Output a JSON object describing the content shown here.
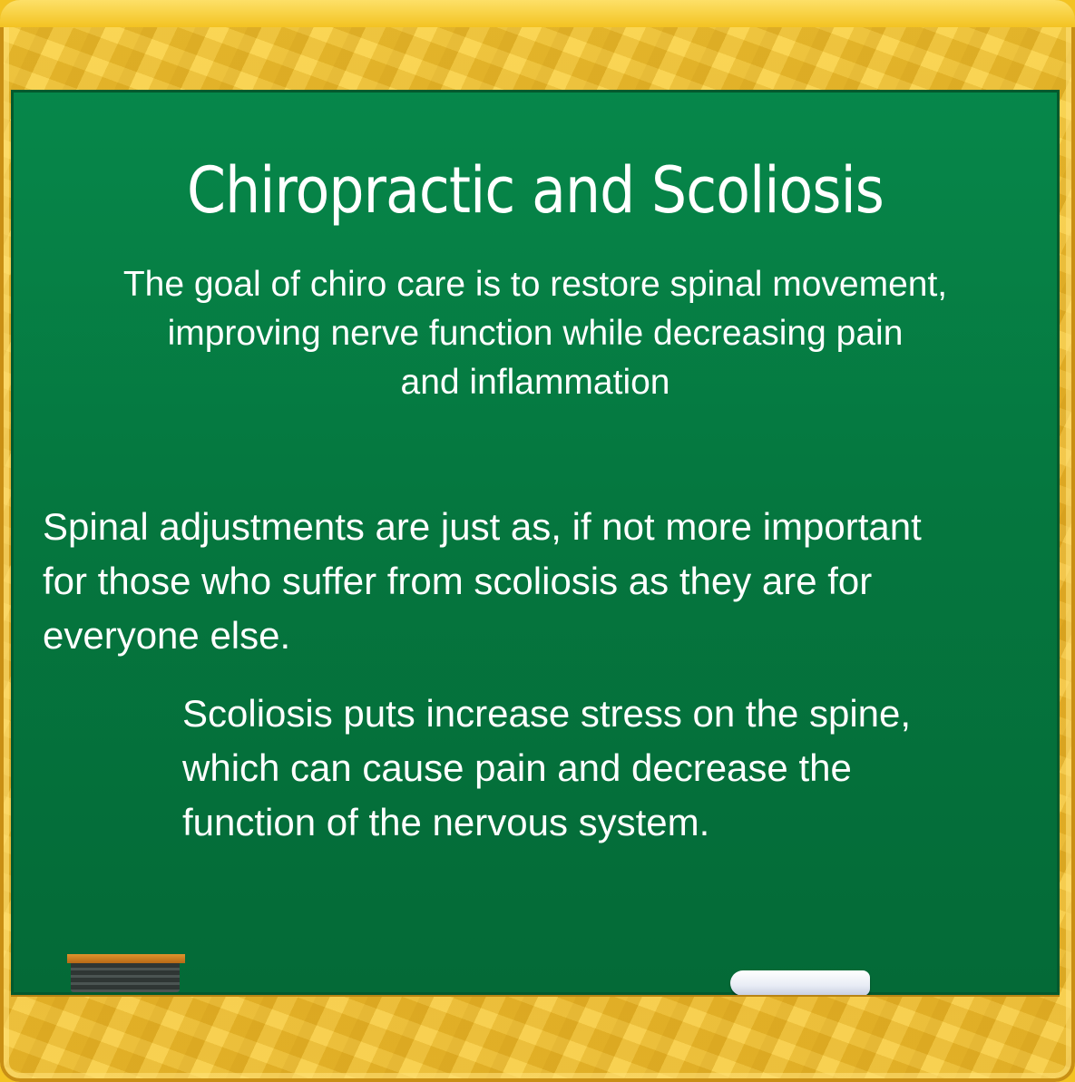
{
  "board": {
    "title": "Chiropractic and Scoliosis",
    "intro_lines": [
      "The goal of chiro care is to restore spinal movement,",
      "improving nerve function while decreasing pain",
      "and inflammation"
    ],
    "paragraph1_lines": [
      "Spinal adjustments are just as, if not more important",
      "for those who suffer from scoliosis as they are for",
      "everyone else."
    ],
    "paragraph2_lines": [
      "Scoliosis puts increase stress on the spine,",
      "which can cause pain and decrease the",
      "function of the nervous system."
    ]
  },
  "colors": {
    "board_green": "#06874a",
    "frame_gold": "#f3c322",
    "text": "#ffffff"
  },
  "icons": [
    "eraser-icon",
    "chalk-icon"
  ]
}
